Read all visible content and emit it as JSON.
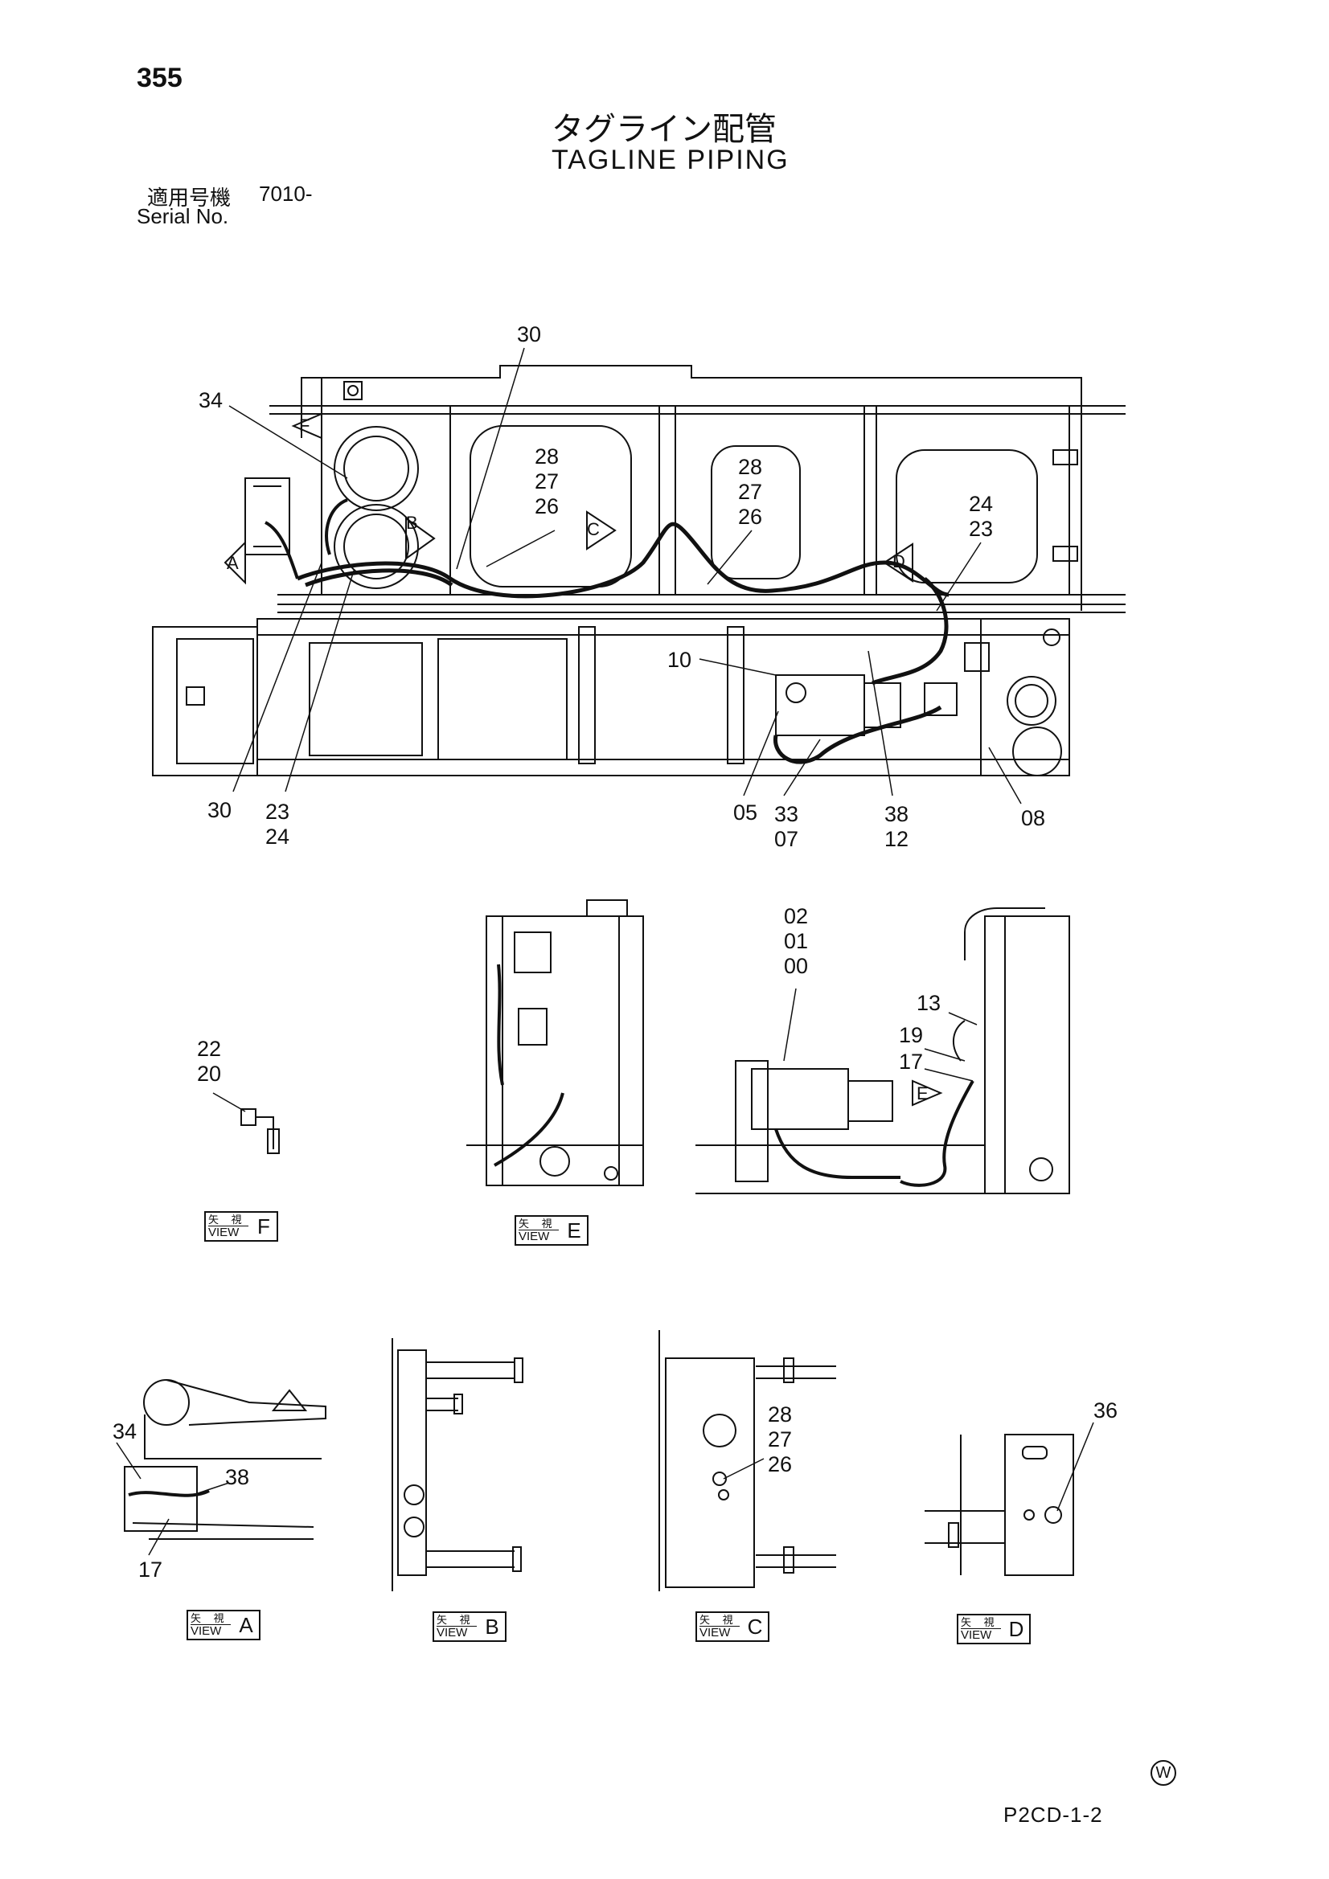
{
  "header": {
    "page_number": "355",
    "title_jp": "タグライン配管",
    "title_en": "TAGLINE PIPING",
    "serial_label_jp": "適用号機",
    "serial_value": "7010-",
    "serial_label_en": "Serial No."
  },
  "main_view": {
    "callouts": {
      "c30_top": "30",
      "c34": "34",
      "stack_left": [
        "28",
        "27",
        "26"
      ],
      "stack_mid": [
        "28",
        "27",
        "26"
      ],
      "stack_right": [
        "24",
        "23"
      ],
      "c10": "10",
      "c30_bottom": "30",
      "stack_23_24": [
        "23",
        "24"
      ],
      "c05": "05",
      "stack_33_07": [
        "33",
        "07"
      ],
      "stack_38_12": [
        "38",
        "12"
      ],
      "c08": "08"
    },
    "view_arrows": [
      "A",
      "B",
      "C",
      "D",
      "E",
      "F"
    ]
  },
  "view_f": {
    "callouts": [
      "22",
      "20"
    ],
    "label_jp": "矢 視",
    "label_en": "VIEW",
    "letter": "F"
  },
  "view_e": {
    "callouts": [
      "02",
      "01",
      "00",
      "13",
      "19",
      "17"
    ],
    "label_jp": "矢 視",
    "label_en": "VIEW",
    "letter": "E"
  },
  "view_a": {
    "callouts": [
      "34",
      "38",
      "17"
    ],
    "label_jp": "矢 視",
    "label_en": "VIEW",
    "letter": "A"
  },
  "view_b": {
    "label_jp": "矢 視",
    "label_en": "VIEW",
    "letter": "B"
  },
  "view_c": {
    "callouts": [
      "28",
      "27",
      "26"
    ],
    "label_jp": "矢 視",
    "label_en": "VIEW",
    "letter": "C"
  },
  "view_d": {
    "callouts": [
      "36"
    ],
    "label_jp": "矢 視",
    "label_en": "VIEW",
    "letter": "D"
  },
  "footer": {
    "code": "P2CD-1-2",
    "mark": "W"
  }
}
